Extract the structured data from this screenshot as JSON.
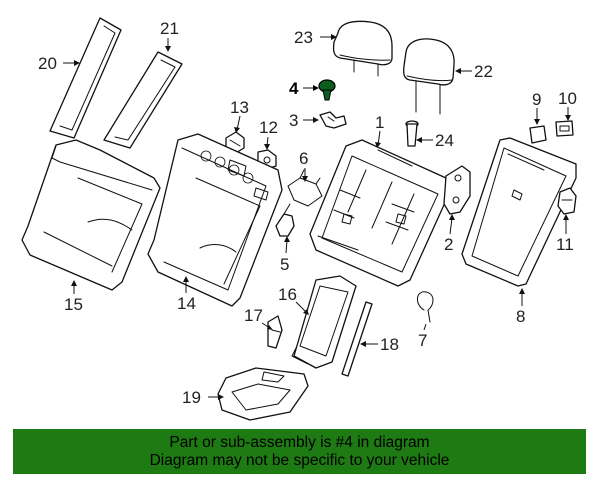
{
  "highlight_part": "4",
  "colors": {
    "banner": "#1e7a12",
    "ink": "#111111",
    "caption_text": "#000000",
    "highlight_part_fill": "#0b5d1e"
  },
  "callouts": {
    "c1": "1",
    "c2": "2",
    "c3": "3",
    "c4": "4",
    "c5": "5",
    "c6": "6",
    "c7": "7",
    "c8": "8",
    "c9": "9",
    "c10": "10",
    "c11": "11",
    "c12": "12",
    "c13": "13",
    "c14": "14",
    "c15": "15",
    "c16": "16",
    "c17": "17",
    "c18": "18",
    "c19": "19",
    "c20": "20",
    "c21": "21",
    "c22": "22",
    "c23": "23",
    "c24": "24"
  },
  "caption": {
    "line1": "Part or sub-assembly is #4 in diagram",
    "line2": "Diagram may not be specific to your vehicle"
  }
}
